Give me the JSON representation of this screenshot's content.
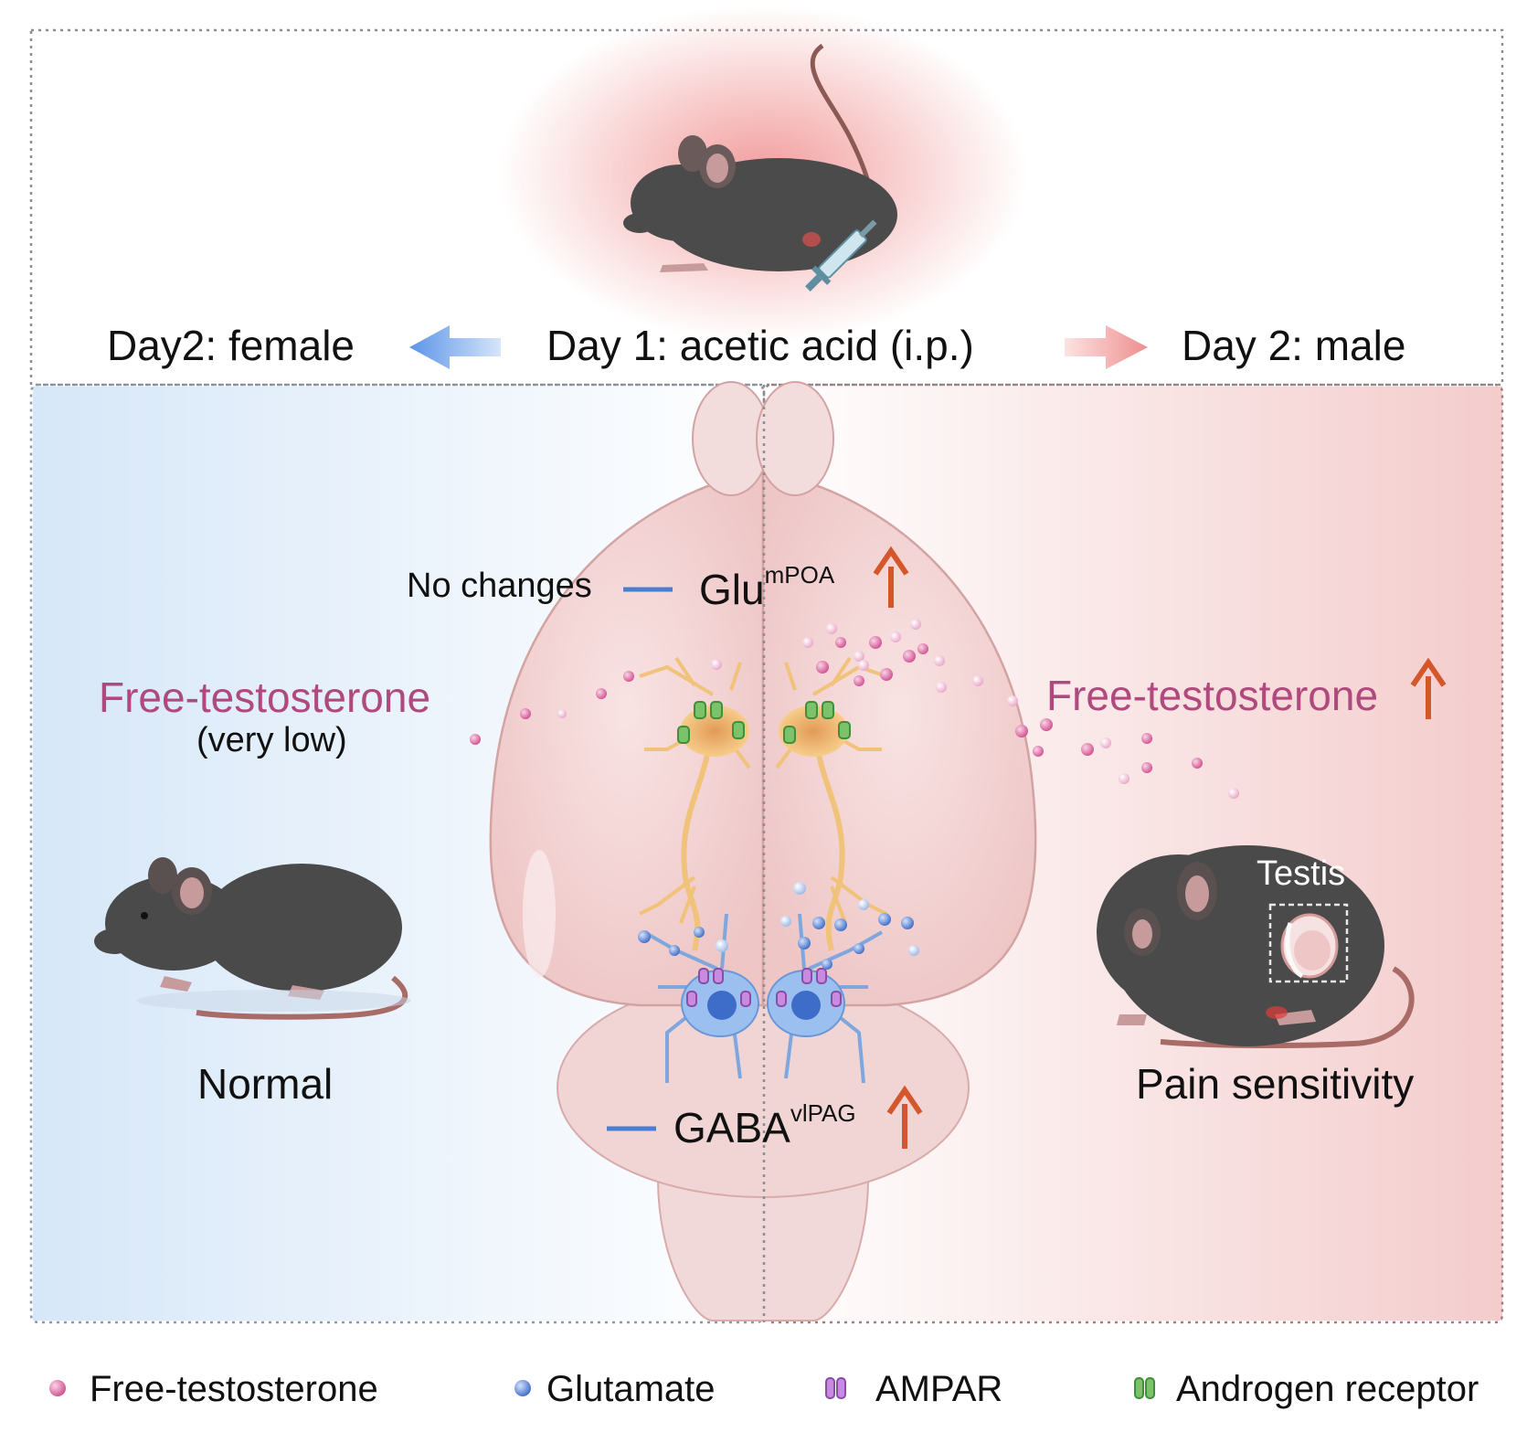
{
  "top": {
    "center": "Day 1: acetic acid (i.p.)",
    "left": "Day2: female",
    "right": "Day 2: male"
  },
  "brain": {
    "no_changes": "No changes",
    "glu": "Glu",
    "glu_sup": "mPOA",
    "gaba": "GABA",
    "gaba_sup": "vlPAG"
  },
  "left_panel": {
    "hormone": "Free-testosterone",
    "hormone_level": "(very low)",
    "state": "Normal"
  },
  "right_panel": {
    "hormone": "Free-testosterone",
    "organ": "Testis",
    "state": "Pain sensitivity"
  },
  "legend": [
    {
      "label": "Free-testosterone",
      "icon": "pink-sphere-icon"
    },
    {
      "label": "Glutamate",
      "icon": "blue-sphere-icon"
    },
    {
      "label": "AMPAR",
      "icon": "purple-receptor-icon"
    },
    {
      "label": "Androgen receptor",
      "icon": "green-receptor-icon"
    }
  ],
  "colors": {
    "female_blue": "#dbe9f8",
    "male_red": "#f6d6d6",
    "hormone_pink": "#b04a7e",
    "up_arrow": "#d4572b",
    "dash_blue": "#4a7fd0",
    "mouse_body": "#4a4a4a",
    "brain": "#f3d6d6"
  }
}
